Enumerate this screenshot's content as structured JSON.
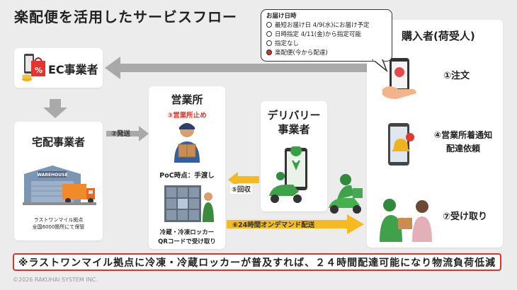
{
  "title": "楽配便を活用したサービスフロー",
  "delivery_options": {
    "header": "お届け日時",
    "options": [
      {
        "label": "最短お届け日 4/9(水)にお届け予定",
        "selected": false
      },
      {
        "label": "日時指定 4/11(金)から指定可能",
        "selected": false
      },
      {
        "label": "指定なし",
        "selected": false
      },
      {
        "label": "楽配便(今から配達)",
        "selected": true
      }
    ]
  },
  "ec": {
    "label": "EC事業者"
  },
  "courier": {
    "label": "宅配事業者",
    "warehouse_sign": "WAREHOUSE",
    "caption": [
      "ラストワンマイル拠点",
      "全国6000箇所にて保管"
    ]
  },
  "office": {
    "label": "営業所",
    "sub": "③営業所止め",
    "poc": "PoC時点：手渡し",
    "locker_caption": [
      "冷蔵・冷凍ロッカー",
      "QRコードで受け取り"
    ]
  },
  "delivery": {
    "label": [
      "デリバリー",
      "事業者"
    ]
  },
  "buyer": {
    "label": "購入者(荷受人)",
    "steps": [
      "①注文",
      "④営業所着通知",
      "配達依頼",
      "⑦受け取り"
    ]
  },
  "flows": {
    "ship": "②発送",
    "collect": "⑤回収",
    "on_demand": "⑥24時間オンデマンド配送"
  },
  "banner": "※ラストワンマイル拠点に冷凍・冷蔵ロッカーが普及すれば、２４時間配達可能になり物流負荷低減",
  "copyright": "©2026 RAKUHAI SYSTEM INC.",
  "colors": {
    "accent_red": "#e0382a",
    "arrow_orange": "#f5b921",
    "arrow_grey": "#a9a9a9"
  }
}
